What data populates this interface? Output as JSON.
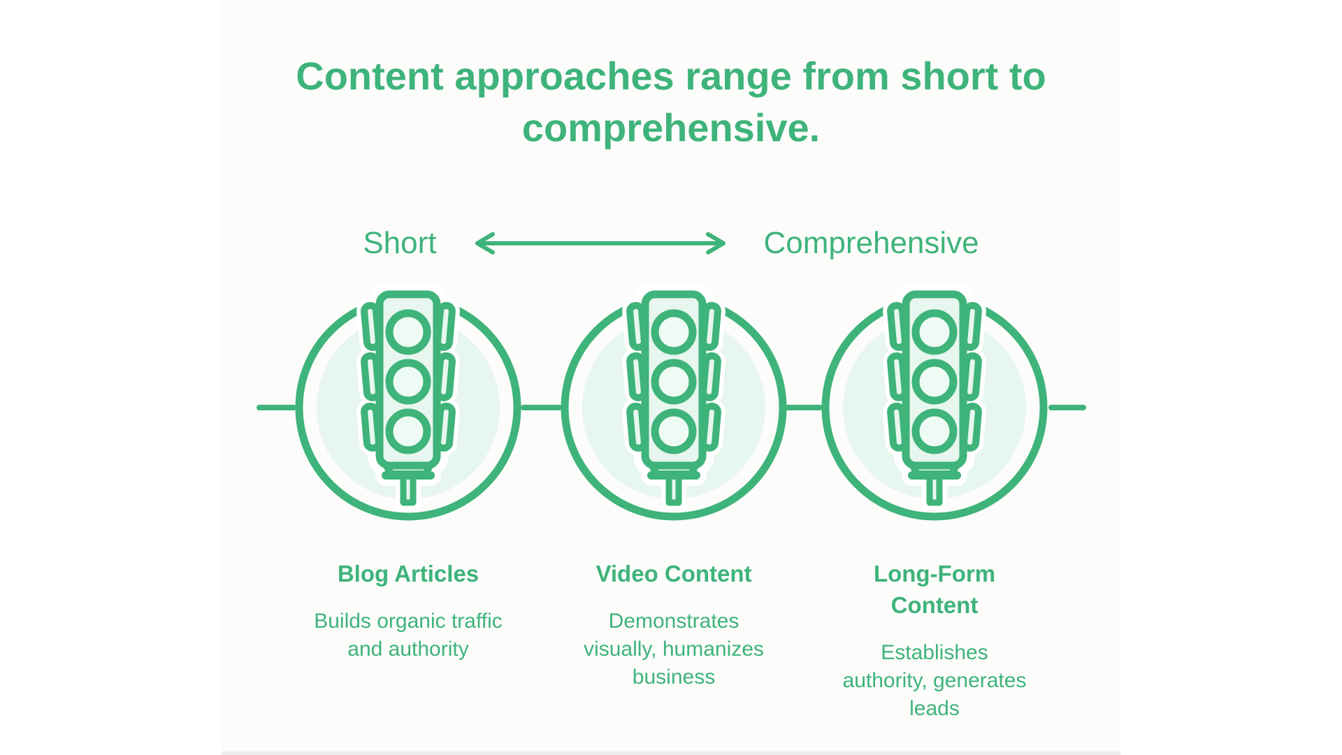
{
  "title": "Content approaches range from short to\ncomprehensive.",
  "scale": {
    "left_label": "Short",
    "right_label": "Comprehensive",
    "arrow_icon": "double-arrow-icon"
  },
  "features": [
    {
      "icon": "traffic-light-icon",
      "heading": "Blog Articles",
      "description": "Builds organic traffic\nand authority"
    },
    {
      "icon": "traffic-light-icon",
      "heading": "Video Content",
      "description": "Demonstrates\nvisually, humanizes\nbusiness"
    },
    {
      "icon": "traffic-light-icon",
      "heading": "Long-Form\nContent",
      "description": "Establishes\nauthority, generates\nleads"
    }
  ],
  "colors": {
    "accent_green": "#3eb37a",
    "mint_fill": "#e7f6ee",
    "card_background": "#fcfcfb"
  }
}
